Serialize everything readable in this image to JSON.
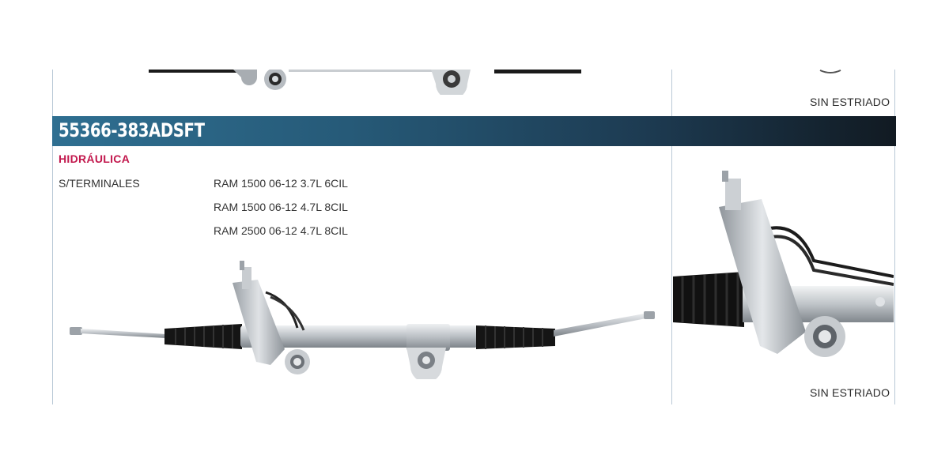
{
  "top_entry": {
    "caption": "SIN ESTRIADO",
    "image_icon": "steering-rack-image"
  },
  "entry": {
    "part_number": "55366-383ADSFT",
    "category": "HIDRÁULICA",
    "spec_label": "S/TERMINALES",
    "applications": [
      "RAM 1500 06-12 3.7L 6CIL",
      "RAM 1500 06-12 4.7L 8CIL",
      "RAM 2500 06-12 4.7L 8CIL"
    ],
    "caption": "SIN ESTRIADO",
    "image_icon": "steering-rack-image",
    "detail_icon": "steering-rack-closeup-image"
  },
  "colors": {
    "header_start": "#2f6f91",
    "header_end": "#111a22",
    "category": "#c2184d",
    "divider": "#b9c9d6"
  }
}
